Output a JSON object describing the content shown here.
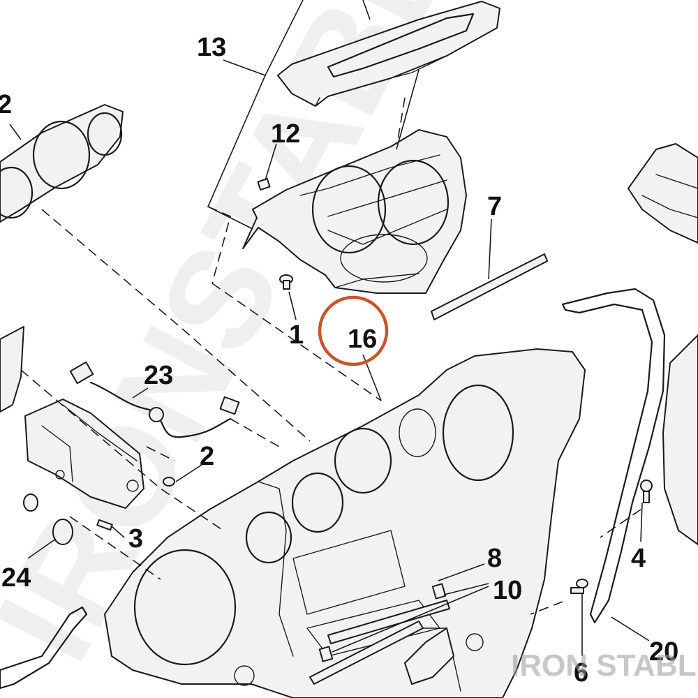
{
  "watermark": {
    "large_text": "IRONSTABLE",
    "logo_text": "IRON STABLE"
  },
  "highlight": {
    "color": "#c8542a",
    "callout": "16"
  },
  "callouts": [
    {
      "id": "c13",
      "label": "13"
    },
    {
      "id": "c12",
      "label": "12"
    },
    {
      "id": "c2a",
      "label": "2"
    },
    {
      "id": "c7",
      "label": "7"
    },
    {
      "id": "c1",
      "label": "1"
    },
    {
      "id": "c16",
      "label": "16"
    },
    {
      "id": "c23",
      "label": "23"
    },
    {
      "id": "c2b",
      "label": "2"
    },
    {
      "id": "c3",
      "label": "3"
    },
    {
      "id": "c24",
      "label": "24"
    },
    {
      "id": "c4",
      "label": "4"
    },
    {
      "id": "c8",
      "label": "8"
    },
    {
      "id": "c10",
      "label": "10"
    },
    {
      "id": "c20",
      "label": "20"
    },
    {
      "id": "c6",
      "label": "6"
    }
  ]
}
